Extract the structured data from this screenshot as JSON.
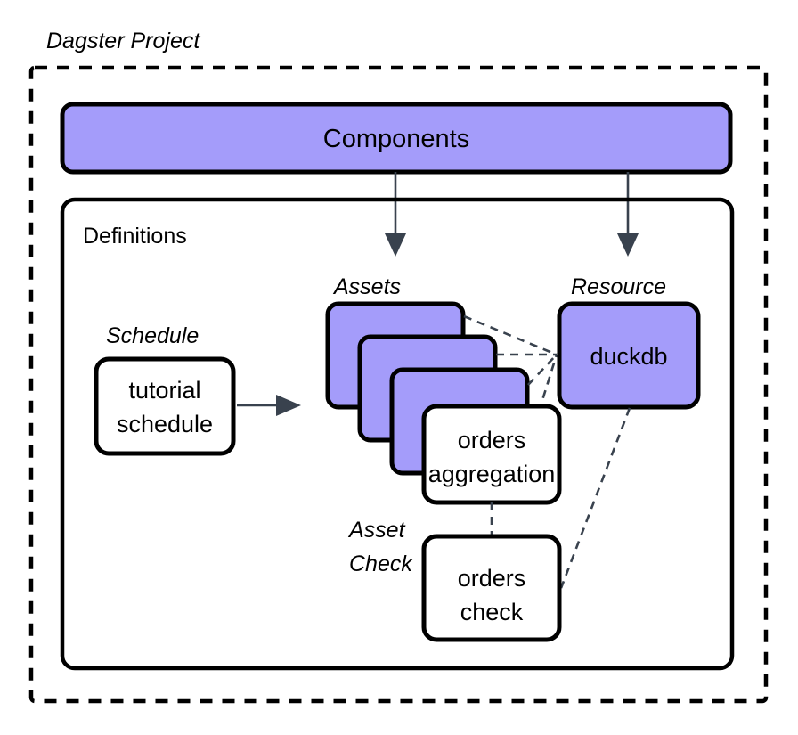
{
  "diagram": {
    "title": "Dagster Project",
    "colors": {
      "node_purple": "#a49cfa",
      "node_white": "#ffffff",
      "outline": "#000000",
      "connector": "#39424e",
      "background": "#ffffff"
    },
    "outer_container": {
      "label": "Dagster Project",
      "border_style": "dashed"
    },
    "components_box": {
      "label": "Components",
      "fill": "purple"
    },
    "definitions_container": {
      "label": "Definitions",
      "border_style": "solid"
    },
    "group_labels": {
      "schedule": "Schedule",
      "assets": "Assets",
      "resource": "Resource",
      "asset_check_line1": "Asset",
      "asset_check_line2": "Check"
    },
    "nodes": {
      "schedule_node": {
        "line1": "tutorial",
        "line2": "schedule",
        "fill": "white"
      },
      "asset_stack": [
        {
          "label": "",
          "fill": "purple"
        },
        {
          "label": "",
          "fill": "purple"
        },
        {
          "label": "",
          "fill": "purple"
        }
      ],
      "orders_aggregation": {
        "line1": "orders",
        "line2": "aggregation",
        "fill": "white"
      },
      "orders_check": {
        "line1": "orders",
        "line2": "check",
        "fill": "white"
      },
      "duckdb": {
        "label": "duckdb",
        "fill": "purple"
      }
    },
    "edges": [
      {
        "from": "components_box",
        "to": "assets",
        "style": "solid-arrow"
      },
      {
        "from": "components_box",
        "to": "resource",
        "style": "solid-arrow"
      },
      {
        "from": "schedule_node",
        "to": "assets",
        "style": "solid-arrow"
      },
      {
        "from": "asset_card_1",
        "to": "duckdb",
        "style": "dashed"
      },
      {
        "from": "asset_card_2",
        "to": "duckdb",
        "style": "dashed"
      },
      {
        "from": "asset_card_3",
        "to": "duckdb",
        "style": "dashed"
      },
      {
        "from": "orders_aggregation",
        "to": "duckdb",
        "style": "dashed"
      },
      {
        "from": "orders_aggregation",
        "to": "orders_check",
        "style": "dashed"
      },
      {
        "from": "duckdb",
        "to": "orders_check",
        "style": "dashed"
      }
    ]
  }
}
